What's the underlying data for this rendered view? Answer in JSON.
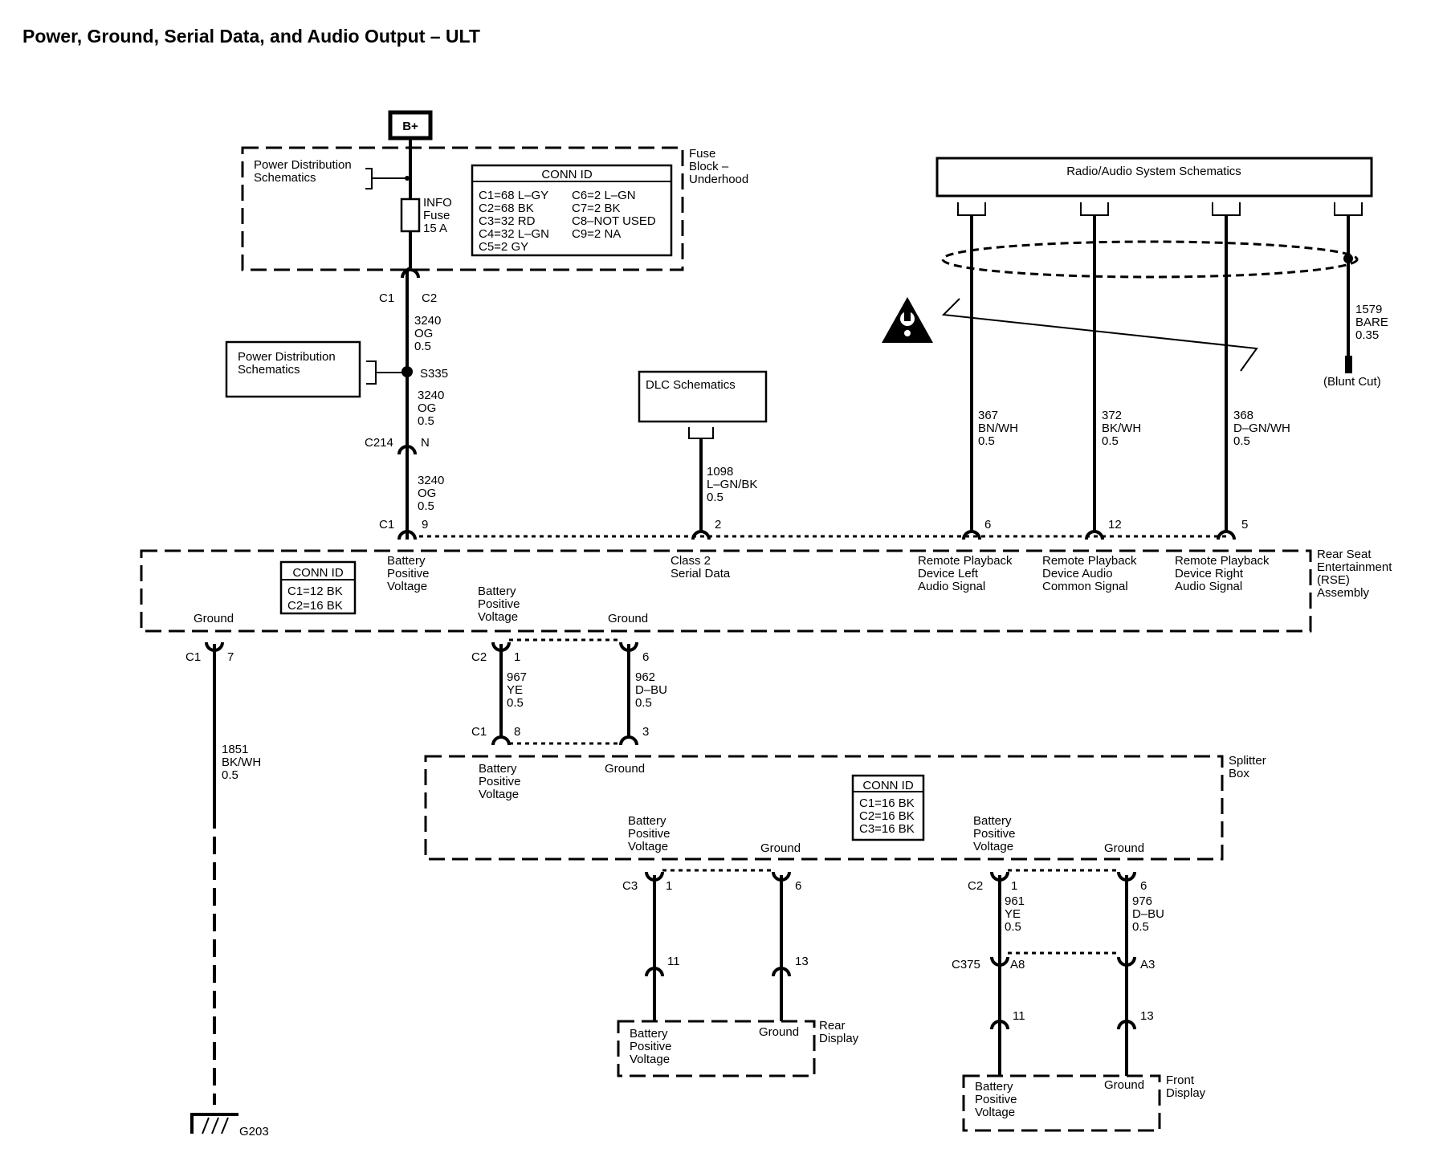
{
  "title": "Power, Ground, Serial Data, and Audio Output – ULT",
  "power": {
    "bplus": "B+"
  },
  "fuse_block": {
    "name": "Fuse Block – Underhood",
    "pd_ref": "Power Distribution Schematics",
    "fuse": "INFO Fuse 15 A",
    "conn_id_title": "CONN ID",
    "conn_id": [
      "C1=68 L–GY",
      "C2=68 BK",
      "C3=32 RD",
      "C4=32 L–GN",
      "C5=2 GY",
      "C6=2 L–GN",
      "C7=2 BK",
      "C8–NOT USED",
      "C9=2 NA"
    ],
    "c1": "C1",
    "c2": "C2"
  },
  "splice": {
    "name": "S335",
    "pd_ref": "Power Distribution Schematics"
  },
  "wire_3240": [
    "3240",
    "OG",
    "0.5"
  ],
  "c214": {
    "name": "C214",
    "pin": "N"
  },
  "dlc": {
    "name": "DLC Schematics",
    "wire": [
      "1098",
      "L–GN/BK",
      "0.5"
    ],
    "pin": "2"
  },
  "radio": {
    "name": "Radio/Audio System Schematics",
    "drain": [
      "1579",
      "BARE",
      "0.35"
    ],
    "blunt": "(Blunt Cut)",
    "wires": [
      {
        "wire": [
          "367",
          "BN/WH",
          "0.5"
        ],
        "pin": "6"
      },
      {
        "wire": [
          "372",
          "BK/WH",
          "0.5"
        ],
        "pin": "12"
      },
      {
        "wire": [
          "368",
          "D–GN/WH",
          "0.5"
        ],
        "pin": "5"
      }
    ]
  },
  "rse": {
    "name": "Rear Seat Entertainment (RSE) Assembly",
    "conn_id_title": "CONN ID",
    "conn_id": [
      "C1=12 BK",
      "C2=16 BK"
    ],
    "c1": "C1",
    "c1_pin": "9",
    "bpv": "Battery Positive Voltage",
    "serial": "Class 2 Serial Data",
    "audio_left": "Remote Playback Device Left Audio Signal",
    "audio_common": "Remote Playback Device Audio Common Signal",
    "audio_right": "Remote Playback Device Right Audio Signal",
    "ground": "Ground",
    "ground_pin": "7",
    "c2": "C2",
    "c2_pin_bpv": "1",
    "c2_pin_gnd": "6"
  },
  "ground_wire": [
    "1851",
    "BK/WH",
    "0.5"
  ],
  "g203": "G203",
  "rse_splitter": {
    "bpv_wire": [
      "967",
      "YE",
      "0.5"
    ],
    "gnd_wire": [
      "962",
      "D–BU",
      "0.5"
    ],
    "c1": "C1",
    "bpv_pin": "8",
    "gnd_pin": "3"
  },
  "splitter": {
    "name": "Splitter Box",
    "conn_id_title": "CONN ID",
    "conn_id": [
      "C1=16 BK",
      "C2=16 BK",
      "C3=16 BK"
    ],
    "bpv": "Battery Positive Voltage",
    "ground": "Ground",
    "c3": "C3",
    "c2": "C2",
    "pin1": "1",
    "pin6": "6"
  },
  "rear": {
    "name": "Rear Display",
    "bpv": "Battery Positive Voltage",
    "ground": "Ground",
    "pin_bpv": "11",
    "pin_gnd": "13"
  },
  "front": {
    "name": "Front Display",
    "bpv": "Battery Positive Voltage",
    "ground": "Ground",
    "bpv_wire": [
      "961",
      "YE",
      "0.5"
    ],
    "gnd_wire": [
      "976",
      "D–BU",
      "0.5"
    ],
    "c375": "C375",
    "pin_a8": "A8",
    "pin_a3": "A3",
    "pin_bpv": "11",
    "pin_gnd": "13"
  }
}
